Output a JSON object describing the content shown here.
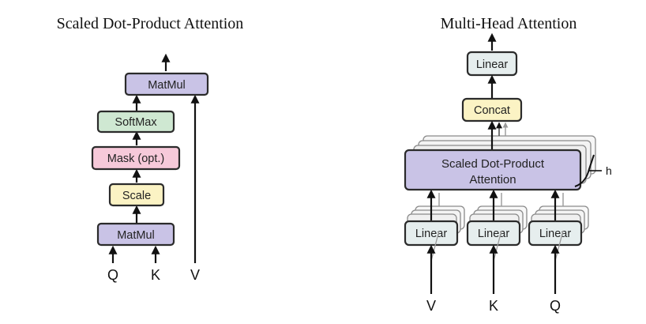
{
  "colors": {
    "matmul": "#c9c3e6",
    "softmax": "#cfe8d2",
    "mask": "#f6c9d9",
    "scale": "#fbf3c4",
    "linear": "#e6eeee",
    "concat": "#fbf3c4",
    "attention": "#c9c3e6"
  },
  "left": {
    "title": "Scaled Dot-Product Attention",
    "matmul_top": "MatMul",
    "softmax": "SoftMax",
    "mask": "Mask (opt.)",
    "scale": "Scale",
    "matmul_bottom": "MatMul",
    "inputs": {
      "q": "Q",
      "k": "K",
      "v": "V"
    }
  },
  "right": {
    "title": "Multi-Head Attention",
    "linear_top": "Linear",
    "concat": "Concat",
    "attention_line1": "Scaled Dot-Product",
    "attention_line2": "Attention",
    "h": "h",
    "linears": [
      "Linear",
      "Linear",
      "Linear"
    ],
    "inputs": {
      "v": "V",
      "k": "K",
      "q": "Q"
    }
  }
}
